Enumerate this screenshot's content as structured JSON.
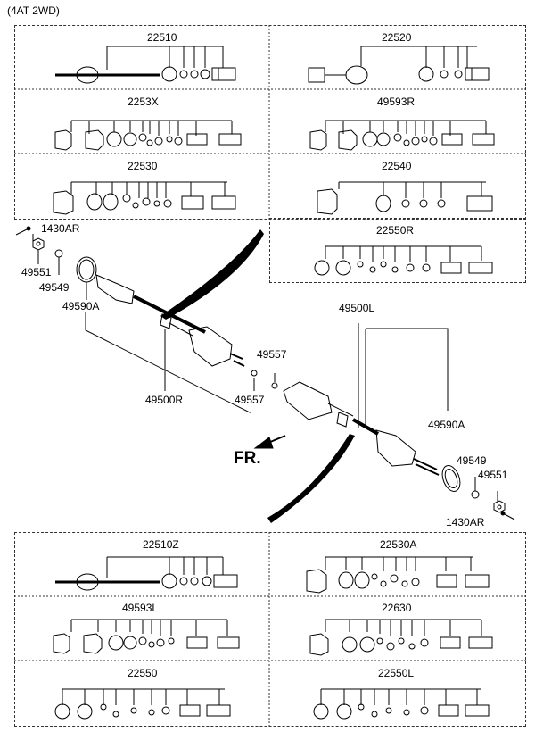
{
  "title": "(4AT 2WD)",
  "fr_label": "FR.",
  "top_grid": {
    "r1": [
      "22510",
      "22520"
    ],
    "r2": [
      "2253X",
      "49593R"
    ],
    "r3": [
      "22530",
      "22540"
    ],
    "r4": [
      "22550R"
    ]
  },
  "bottom_grid": {
    "r1": [
      "22510Z",
      "22530A"
    ],
    "r2": [
      "49593L",
      "22630"
    ],
    "r3": [
      "22550",
      "22550L"
    ]
  },
  "callouts_left": {
    "bolt": "1430AR",
    "nut": "49551",
    "washer": "49549",
    "seal": "49590A",
    "shaft": "49500R",
    "ring_a": "49557",
    "ring_b": "49557"
  },
  "callouts_right": {
    "shaft": "49500L",
    "seal": "49590A",
    "washer": "49549",
    "nut": "49551",
    "bolt": "1430AR"
  }
}
